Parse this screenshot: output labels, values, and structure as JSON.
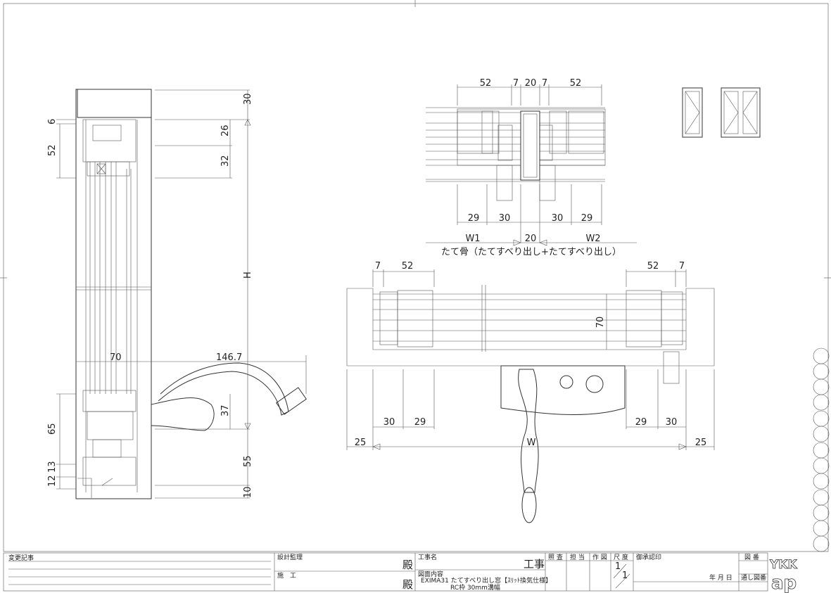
{
  "drawing": {
    "side_section": {
      "right_dims": [
        "30",
        "26",
        "32",
        "H",
        "37",
        "55",
        "10"
      ],
      "left_dims": [
        "6",
        "52",
        "65",
        "12",
        "13"
      ],
      "horizontal_dims": [
        "70",
        "146.7"
      ]
    },
    "mullion_section": {
      "top_dims": [
        "52",
        "7",
        "20",
        "7",
        "52"
      ],
      "bottom_dims": [
        "29",
        "30",
        "30",
        "29"
      ],
      "width_dims": [
        "W1",
        "20",
        "W2"
      ],
      "caption": "たて骨（たてすべり出し+たてすべり出し）"
    },
    "plan_section": {
      "top_dims": [
        "7",
        "52",
        "52",
        "7"
      ],
      "vertical_dim": "70",
      "bottom_dims": [
        "30",
        "29",
        "29",
        "30"
      ],
      "width_dims": [
        "25",
        "W",
        "25"
      ]
    }
  },
  "title_block": {
    "revision_label": "変更記事",
    "design_supervision_label": "設計監理",
    "construction_label": "施　工",
    "honorific": "殿",
    "project_name_label": "工事名",
    "project_suffix": "工事",
    "drawing_content_label": "図面内容",
    "drawing_content_line1": "EXIMA31 たてすべり出し窓【ｽﾘｯﾄ換気仕様】",
    "drawing_content_line2": "RC枠 30mm溝幅",
    "check_label": "照 査",
    "charge_label": "担 当",
    "drafting_label": "作 図",
    "scale_label": "尺 度",
    "scale_value_num": "1",
    "scale_value_den": "1",
    "approval_label": "御承認印",
    "date_label": "年 月 日",
    "drawing_number_label": "図 番",
    "serial_number_label": "通し図番",
    "logo_top": "YKK",
    "logo_bottom": "ap"
  }
}
